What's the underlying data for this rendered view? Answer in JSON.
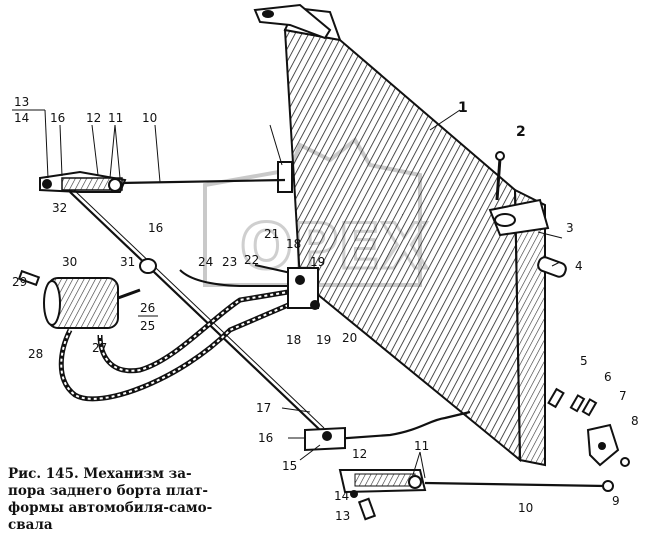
{
  "caption": "Рис. 145. Механизм за-\nпора заднего борта плат-\nформы автомобиля-само-\nсвала",
  "watermark": "OPEX",
  "colors": {
    "ink": "#111111",
    "watermark": "#c9c9c9",
    "background": "#ffffff"
  },
  "labels": {
    "n1": "1",
    "n2": "2",
    "n3": "3",
    "n4": "4",
    "n5": "5",
    "n6": "6",
    "n7": "7",
    "n8": "8",
    "n9": "9",
    "n10": "10",
    "n11": "11",
    "n12": "12",
    "n13": "13",
    "n14": "14",
    "n15": "15",
    "n16": "16",
    "n17": "17",
    "n18": "18",
    "n19": "19",
    "n20": "20",
    "n21": "21",
    "n22": "22",
    "n23": "23",
    "n24": "24",
    "n25": "25",
    "n26": "26",
    "n27": "27",
    "n28": "28",
    "n29": "29",
    "n30": "30",
    "n31": "31",
    "n32": "32"
  }
}
